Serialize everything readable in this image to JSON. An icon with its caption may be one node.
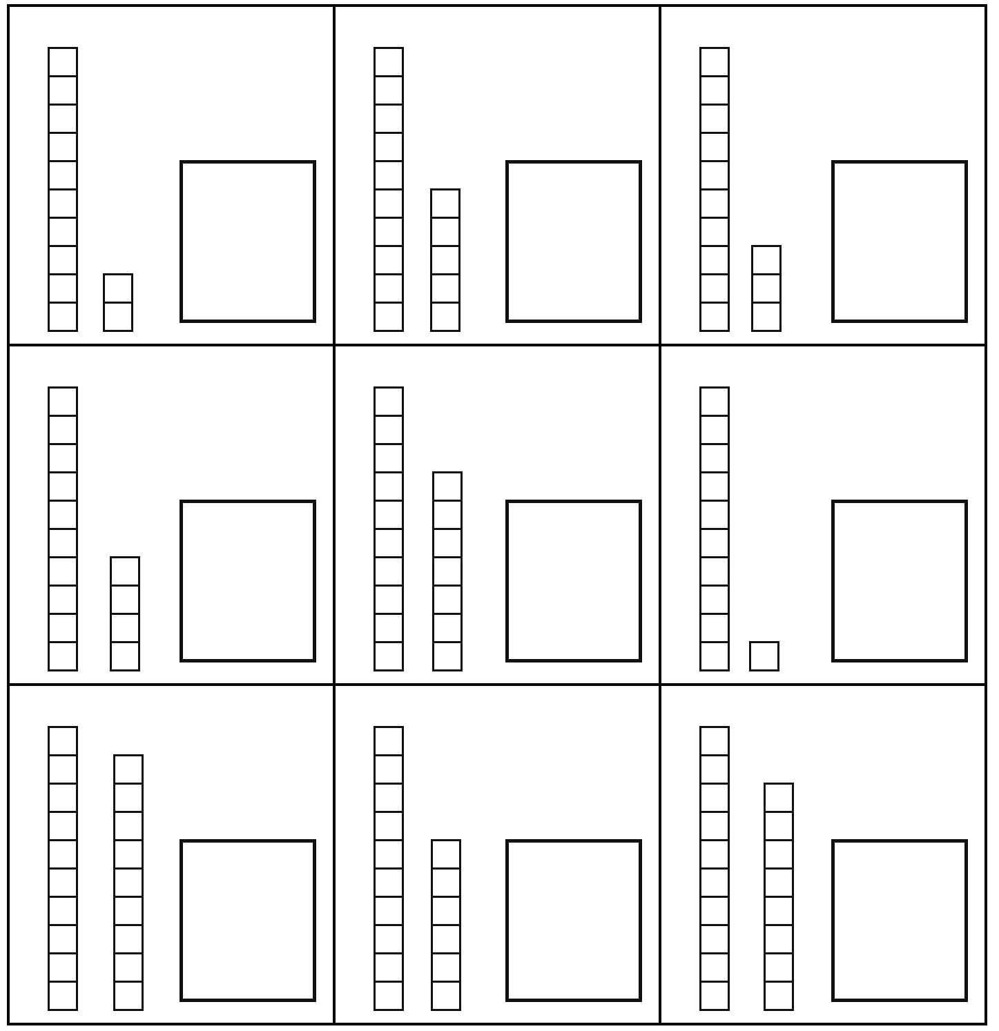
{
  "diagram": {
    "nodes": [
      {
        "text": [],
        "shape": "box"
      },
      {
        "text": [],
        "shape": "bar",
        "in": 0
      },
      {
        "text": [],
        "shape": "bar",
        "in": 0
      },
      {
        "text": [],
        "shape": "box",
        "in": 0
      },
      {
        "text": [],
        "shape": "box"
      },
      {
        "text": [],
        "shape": "bar",
        "in": 4
      },
      {
        "text": [],
        "shape": "bar",
        "in": 4
      },
      {
        "text": [],
        "shape": "box",
        "in": 4
      },
      {
        "text": [],
        "shape": "box"
      },
      {
        "text": [],
        "shape": "bar",
        "in": 8
      },
      {
        "text": [],
        "shape": "bar",
        "in": 8
      },
      {
        "text": [],
        "shape": "box",
        "in": 8
      },
      {
        "text": [],
        "shape": "box"
      },
      {
        "text": [],
        "shape": "bar",
        "in": 12
      },
      {
        "text": [],
        "shape": "bar",
        "in": 12
      },
      {
        "text": [],
        "shape": "box",
        "in": 12
      },
      {
        "text": [],
        "shape": "box"
      },
      {
        "text": [],
        "shape": "bar",
        "in": 16
      },
      {
        "text": [],
        "shape": "bar",
        "in": 16
      },
      {
        "text": [],
        "shape": "box",
        "in": 16
      },
      {
        "text": [],
        "shape": "box"
      },
      {
        "text": [],
        "shape": "bar",
        "in": 20
      },
      {
        "text": [],
        "shape": "bar",
        "in": 20
      },
      {
        "text": [],
        "shape": "box",
        "in": 20
      },
      {
        "text": [],
        "shape": "box"
      },
      {
        "text": [],
        "shape": "bar",
        "in": 24
      },
      {
        "text": [],
        "shape": "bar",
        "in": 24
      },
      {
        "text": [],
        "shape": "box",
        "in": 24
      },
      {
        "text": [],
        "shape": "box"
      },
      {
        "text": [],
        "shape": "bar",
        "in": 28
      },
      {
        "text": [],
        "shape": "bar",
        "in": 28
      },
      {
        "text": [],
        "shape": "box",
        "in": 28
      },
      {
        "text": [],
        "shape": "box"
      },
      {
        "text": [],
        "shape": "bar",
        "in": 32
      },
      {
        "text": [],
        "shape": "bar",
        "in": 32
      },
      {
        "text": [],
        "shape": "box",
        "in": 32
      }
    ]
  }
}
